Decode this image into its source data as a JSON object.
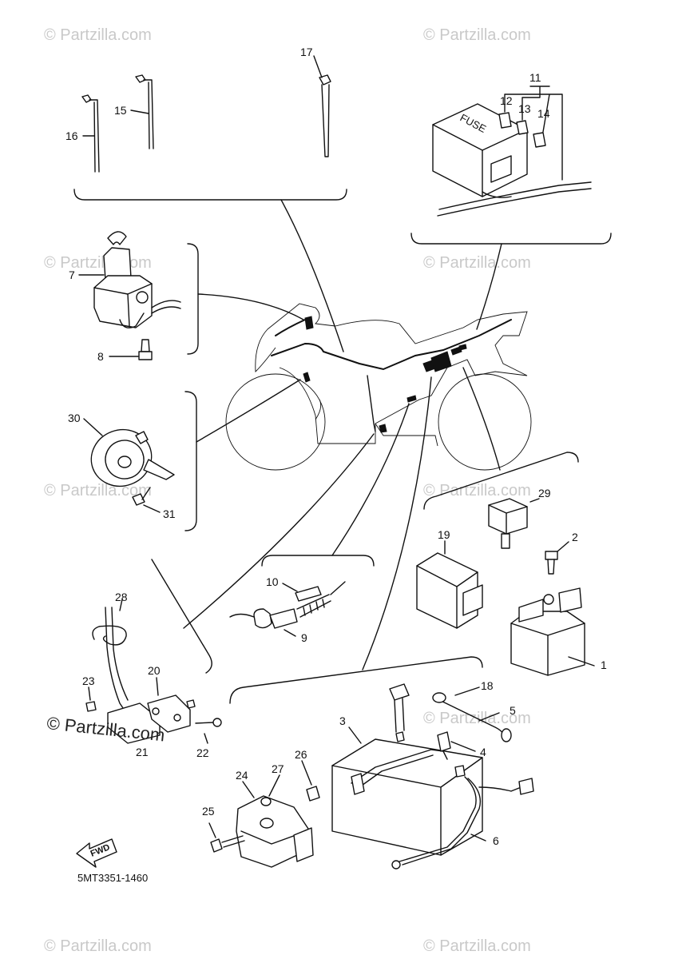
{
  "watermark": "© Partzilla.com",
  "brand": "© Partzilla.com",
  "diagram_code": "5MT3351-1460",
  "fwd_label": "FWD",
  "callouts": {
    "c1": "1",
    "c2": "2",
    "c3": "3",
    "c4": "4",
    "c5": "5",
    "c6": "6",
    "c7": "7",
    "c8": "8",
    "c9": "9",
    "c10": "10",
    "c11": "11",
    "c12": "12",
    "c13": "13",
    "c14": "14",
    "c15": "15",
    "c16": "16",
    "c17": "17",
    "c18": "18",
    "c19": "19",
    "c20": "20",
    "c21": "21",
    "c22": "22",
    "c23": "23",
    "c24": "24",
    "c25": "25",
    "c26": "26",
    "c27": "27",
    "c28": "28",
    "c29": "29",
    "c30": "30",
    "c31": "31"
  },
  "fuse_box_label": "FUSE"
}
